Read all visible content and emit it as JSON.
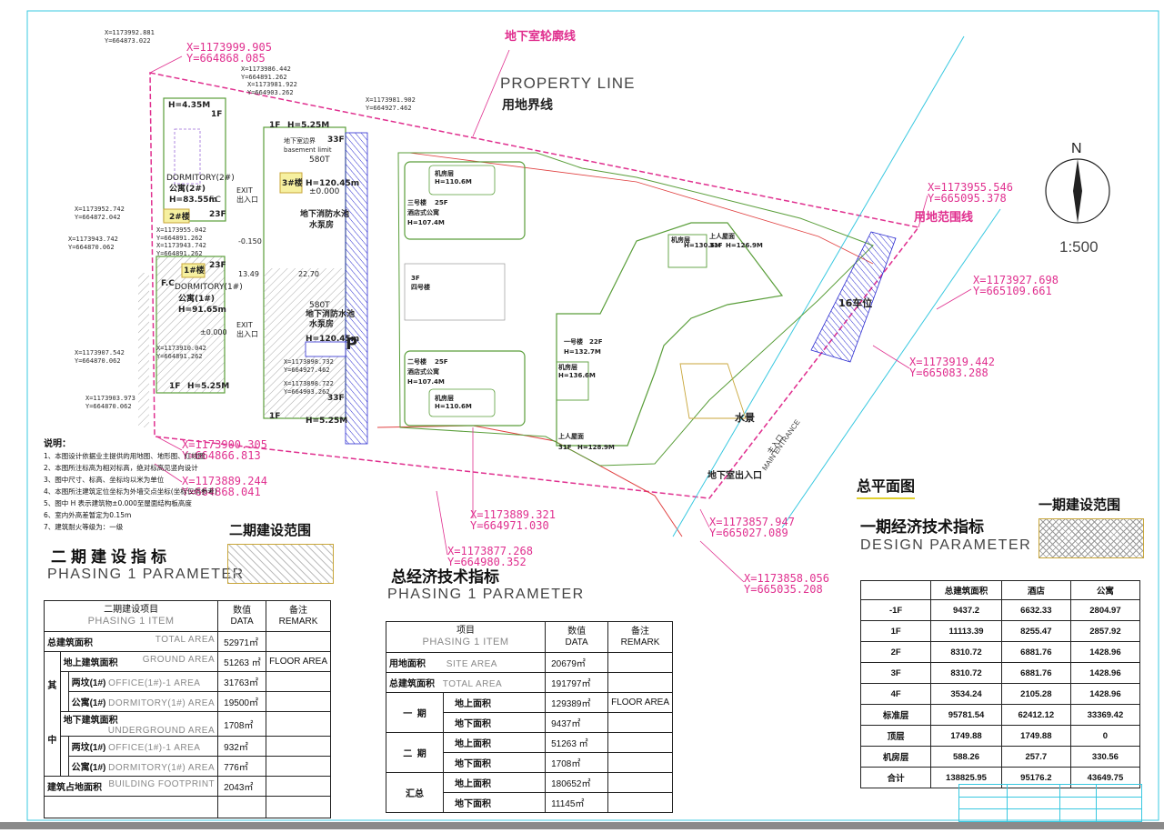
{
  "plan": {
    "labels": {
      "basement_outline": "地下室轮廓线",
      "property_line_en": "PROPERTY LINE",
      "property_line_zh": "用地界线",
      "land_boundary": "用地范围线",
      "scale": "1:500",
      "north": "N",
      "main_entrance_en": "MAIN ENTRANCE",
      "main_entrance_zh": "主入口",
      "basement_entry": "地下室出入口",
      "parking_16": "16车位",
      "water_feature": "水景",
      "parking_p": "P"
    },
    "buildings": [
      {
        "name": "dorm2",
        "l1": "H=4.35M",
        "l2": "1F",
        "l3": "DORMITORY(2#)",
        "l4": "公寓(2#)",
        "l5": "H=83.55m",
        "l6": "F.C",
        "l7": "23F",
        "l8": "2#楼"
      },
      {
        "name": "dorm1",
        "l1": "1#楼",
        "l2": "23F",
        "l3": "DORMITORY(1#)",
        "l4": "公寓(1#)",
        "l5": "H=91.65m",
        "l6": "F.C",
        "l7": "1F",
        "l8": "H=5.25M"
      },
      {
        "name": "b3",
        "l1": "1F",
        "l2": "H=5.25M",
        "l3": "33F",
        "l4": "3#楼",
        "l5": "H=120.45m",
        "l6": "±0.000",
        "l7": "580T",
        "l8": "地下消防水池",
        "l9": "水泵房",
        "l10": "basement limit",
        "l11": "地下室边界"
      },
      {
        "name": "b3s",
        "l1": "580T",
        "l2": "地下消防水池",
        "l3": "水泵房",
        "l4": "H=120.45m",
        "l5": "33F",
        "l6": "1F",
        "l7": "H=5.25M"
      },
      {
        "name": "hotel3",
        "l1": "机房层",
        "l2": "H=110.6M",
        "l3": "三号楼",
        "l4": "25F",
        "l5": "酒店式公寓",
        "l6": "H=107.4M"
      },
      {
        "name": "hotel2",
        "l1": "二号楼",
        "l2": "25F",
        "l3": "酒店式公寓",
        "l4": "H=107.4M",
        "l5": "机房层",
        "l6": "H=110.6M"
      },
      {
        "name": "b1",
        "l1": "一号楼",
        "l2": "22F",
        "l3": "H=132.7M",
        "l4": "机房层",
        "l5": "H=136.6M",
        "l6": "上人屋面",
        "l7": "31F",
        "l8": "H=128.9M"
      },
      {
        "name": "b4",
        "l1": "机房层",
        "l2": "H=130.6M",
        "l3": "上人屋面",
        "l4": "31F",
        "l5": "H=126.9M"
      },
      {
        "name": "b5",
        "l1": "3F",
        "l2": "四号楼"
      }
    ],
    "exits": [
      "EXIT",
      "出入口",
      "EXIT",
      "出入口"
    ],
    "dims": [
      "-0.150",
      "13.49",
      "22.70",
      "±0.000"
    ],
    "coords_pink": [
      "X=1173999.905",
      "Y=664868.085",
      "X=1173955.546",
      "Y=665095.378",
      "X=1173927.698",
      "Y=665109.661",
      "X=1173919.442",
      "Y=665083.288",
      "X=1173900.305",
      "Y=664866.813",
      "X=1173889.244",
      "Y=664868.041",
      "X=1173889.321",
      "Y=664971.030",
      "X=1173877.268",
      "Y=664980.352",
      "X=1173857.947",
      "Y=665027.089",
      "X=1173858.056",
      "Y=665035.208"
    ],
    "coords_black": [
      "X=1173992.881",
      "Y=664873.022",
      "X=1173986.442",
      "Y=664891.262",
      "X=1173981.922",
      "Y=664903.262",
      "X=1173981.902",
      "Y=664927.462",
      "X=1173952.742",
      "Y=664872.042",
      "X=1173955.042",
      "Y=664891.262",
      "X=1173943.742",
      "Y=664870.062",
      "X=1173943.742",
      "Y=664891.262",
      "X=1173907.542",
      "Y=664870.062",
      "X=1173910.042",
      "Y=664891.262",
      "X=1173903.973",
      "Y=664870.062",
      "X=1173898.732",
      "Y=664927.462",
      "X=1173898.722",
      "Y=664903.262"
    ]
  },
  "notes": {
    "title": "说明：",
    "items": [
      "1、本图设计依据业主提供的用地图、地形图、红线图",
      "2、本图所注标高为相对标高，绝对标高见竖向设计",
      "3、图中尺寸、标高、坐标均以米为单位",
      "4、本图所注建筑定位坐标为外墙交点坐标(坐标仅供参考)",
      "5、图中 H 表示建筑物±0.000至屋面结构板高度",
      "6、室内外高差暂定为0.15m",
      "7、建筑耐火等级为：一级"
    ]
  },
  "phase2_table": {
    "heading_zh": "二期建设指标",
    "heading_en": "PHASING 1 PARAMETER",
    "range_label": "二期建设范围",
    "col1_zh": "二期建设项目",
    "col1_en": "PHASING 1 ITEM",
    "col2_zh": "数值",
    "col2_en": "DATA",
    "col3_zh": "备注",
    "col3_en": "REMARK",
    "qi": "其",
    "zhong": "中",
    "rows": [
      {
        "zh": "总建筑面积",
        "en": "TOTAL AREA",
        "val": "52971㎡",
        "remark": ""
      },
      {
        "zh": "地上建筑面积",
        "en": "GROUND AREA",
        "val": "51263 ㎡",
        "remark": "FLOOR AREA"
      },
      {
        "zh": "两坟(1#)",
        "en": "OFFICE(1#)-1 AREA",
        "val": "31763㎡",
        "remark": ""
      },
      {
        "zh": "公寓(1#)",
        "en": "DORMITORY(1#) AREA",
        "val": "19500㎡",
        "remark": ""
      },
      {
        "zh": "地下建筑面积",
        "en": "UNDERGROUND AREA",
        "val": "1708㎡",
        "remark": ""
      },
      {
        "zh": "两坟(1#)",
        "en": "OFFICE(1#)-1 AREA",
        "val": "932㎡",
        "remark": ""
      },
      {
        "zh": "公寓(1#)",
        "en": "DORMITORY(1#) AREA",
        "val": "776㎡",
        "remark": ""
      },
      {
        "zh": "建筑占地面积",
        "en": "BUILDING FOOTPRINT",
        "val": "2043㎡",
        "remark": ""
      }
    ]
  },
  "overall_table": {
    "heading_zh": "总经济技术指标",
    "heading_en": "PHASING 1 PARAMETER",
    "col1_zh": "项目",
    "col1_en": "PHASING 1 ITEM",
    "col2_zh": "数值",
    "col2_en": "DATA",
    "col3_zh": "备注",
    "col3_en": "REMARK",
    "phase1_a": "一",
    "phase1_b": "期",
    "phase2_a": "二",
    "phase2_b": "期",
    "sum": "汇总",
    "rows": [
      {
        "zh": "用地面积",
        "en": "SITE AREA",
        "val": "20679㎡",
        "remark": ""
      },
      {
        "zh": "总建筑面积",
        "en": "TOTAL AREA",
        "val": "191797㎡",
        "remark": ""
      },
      {
        "zh": "地上面积",
        "en": "",
        "val": "129389㎡",
        "remark": "FLOOR AREA"
      },
      {
        "zh": "地下面积",
        "en": "",
        "val": "9437㎡",
        "remark": ""
      },
      {
        "zh": "地上面积",
        "en": "",
        "val": "51263 ㎡",
        "remark": ""
      },
      {
        "zh": "地下面积",
        "en": "",
        "val": "1708㎡",
        "remark": ""
      },
      {
        "zh": "地上面积",
        "en": "",
        "val": "180652㎡",
        "remark": ""
      },
      {
        "zh": "地下面积",
        "en": "",
        "val": "11145㎡",
        "remark": ""
      }
    ]
  },
  "design_table": {
    "title": "总平面图",
    "heading_zh": "一期经济技术指标",
    "heading_en": "DESIGN PARAMETER",
    "range_label": "一期建设范围",
    "headers": [
      "",
      "总建筑面积",
      "酒店",
      "公寓"
    ],
    "rows": [
      [
        "-1F",
        "9437.2",
        "6632.33",
        "2804.97"
      ],
      [
        "1F",
        "11113.39",
        "8255.47",
        "2857.92"
      ],
      [
        "2F",
        "8310.72",
        "6881.76",
        "1428.96"
      ],
      [
        "3F",
        "8310.72",
        "6881.76",
        "1428.96"
      ],
      [
        "4F",
        "3534.24",
        "2105.28",
        "1428.96"
      ],
      [
        "标准层",
        "95781.54",
        "62412.12",
        "33369.42"
      ],
      [
        "顶层",
        "1749.88",
        "1749.88",
        "0"
      ],
      [
        "机房层",
        "588.26",
        "257.7",
        "330.56"
      ],
      [
        "合计",
        "138825.95",
        "95176.2",
        "43649.75"
      ]
    ]
  },
  "colors": {
    "property_line": "#e0308f",
    "building_outline": "#5a9e3a",
    "hatch_gold": "#c8a63a",
    "blue_hatch": "#2a2ad0",
    "red_line": "#e04040",
    "cyan_border": "#38c8e0"
  }
}
